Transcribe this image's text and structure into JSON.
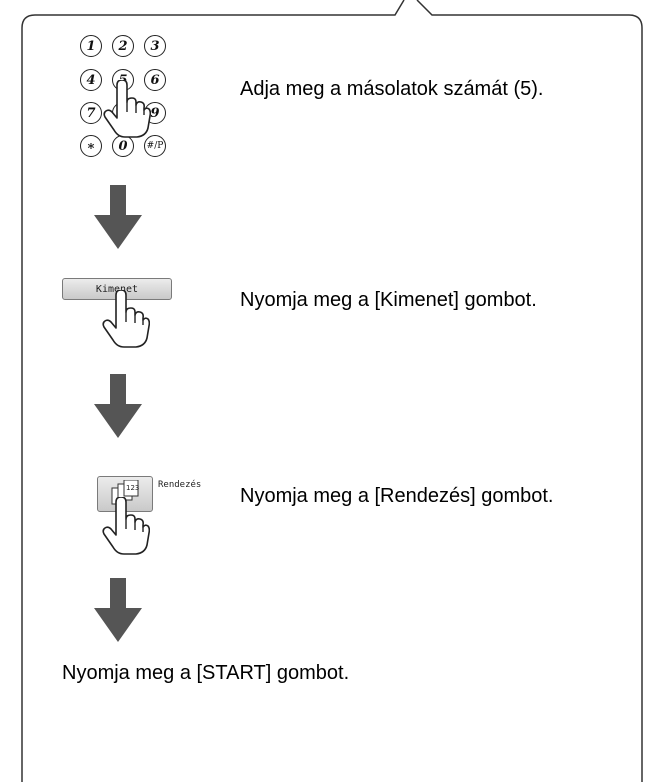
{
  "keypad": {
    "keys": [
      "1",
      "2",
      "3",
      "4",
      "5",
      "6",
      "7",
      "8",
      "9",
      "∗",
      "0",
      "#/P"
    ]
  },
  "steps": [
    {
      "text": "Adja meg a másolatok számát (5)."
    },
    {
      "button_label": "Kimenet",
      "text": "Nyomja meg a [Kimenet] gombot."
    },
    {
      "button_label": "Rendezés",
      "text": "Nyomja meg a [Rendezés] gombot."
    },
    {
      "text": "Nyomja meg a [START] gombot."
    }
  ],
  "icons": [
    "keypad-icon",
    "pointing-hand-icon",
    "down-arrow-icon",
    "sort-icon"
  ]
}
